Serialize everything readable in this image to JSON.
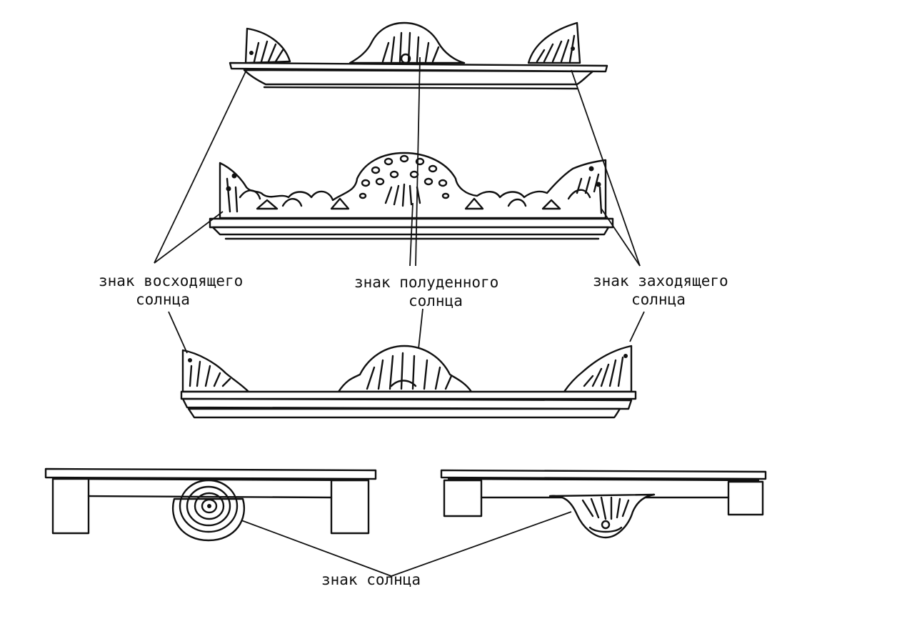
{
  "labels": {
    "rising_sun": {
      "line1": "знак восходящего",
      "line2": "солнца"
    },
    "midday_sun": {
      "line1": "знак полуденного",
      "line2": "солнца"
    },
    "setting_sun": {
      "line1": "знак заходящего",
      "line2": "солнца"
    },
    "sun_sign": "знак солнца"
  }
}
